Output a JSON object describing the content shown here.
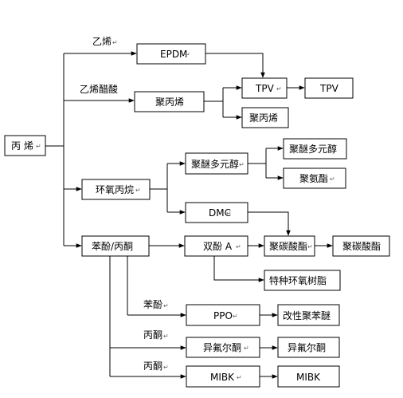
{
  "diagram": {
    "return_mark": "↵",
    "nodes": {
      "propylene": "丙 烯",
      "epdm": "EPDM",
      "pp_mid": "聚丙烯",
      "tpv_mid": "TPV",
      "tpv_out": "TPV",
      "pp_out": "聚丙烯",
      "propylene_oxide": "环氧丙烷",
      "polyether_polyol": "聚醚多元醇",
      "polyether_polyol_out": "聚醚多元醇",
      "polyurethane": "聚氨酯",
      "dmc": "DMC",
      "phenol_acetone": "苯酚/丙酮",
      "bisphenol_a": "双酚 A",
      "polycarbonate_mid": "聚碳酸酯",
      "polycarbonate_out": "聚碳酸酯",
      "epoxy_resin": "特种环氧树脂",
      "ppo": "PPO",
      "modified_ppe": "改性聚苯醚",
      "isophorone_mid": "异氟尔酮",
      "isophorone_out": "异氟尔酮",
      "mibk_mid": "MIBK",
      "mibk_out": "MIBK"
    },
    "labels": {
      "ethylene": "乙烯",
      "vinyl_acetate": "乙烯醋酸",
      "phenol": "苯酚",
      "acetone_1": "丙酮",
      "acetone_2": "丙酮"
    }
  }
}
